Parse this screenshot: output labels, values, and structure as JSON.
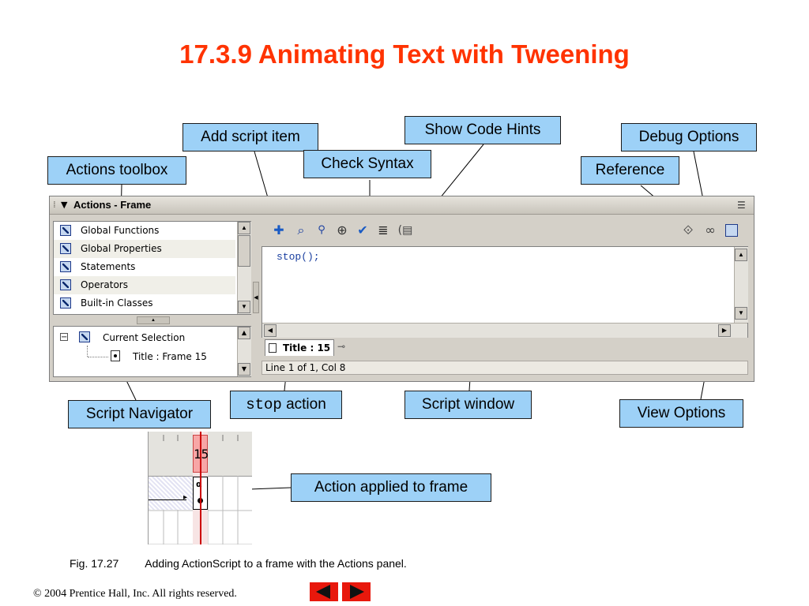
{
  "slide": {
    "title": "17.3.9 Animating Text with Tweening"
  },
  "callouts": {
    "add_script_item": "Add script item",
    "show_code_hints": "Show Code Hints",
    "debug_options": "Debug Options",
    "actions_toolbox": "Actions toolbox",
    "check_syntax": "Check Syntax",
    "reference": "Reference",
    "script_navigator": "Script Navigator",
    "stop_action_code": "stop",
    "stop_action_text": " action",
    "script_window": "Script window",
    "view_options": "View Options",
    "action_applied": "Action applied to frame"
  },
  "panel": {
    "title": "Actions - Frame",
    "toolbox_items": [
      {
        "label": "Global Functions"
      },
      {
        "label": "Global Properties"
      },
      {
        "label": "Statements"
      },
      {
        "label": "Operators"
      },
      {
        "label": "Built-in Classes"
      }
    ],
    "navigator": {
      "current_selection": "Current Selection",
      "frame_item": "Title : Frame 15"
    },
    "script_code": "stop();",
    "tab_label": "Title : 15",
    "status": "Line 1 of 1, Col 8"
  },
  "timeline": {
    "frame_number": "15"
  },
  "footer": {
    "caption_fig": "Fig. 17.27",
    "caption_text": "Adding ActionScript to a frame with the Actions panel.",
    "copyright": "© 2004 Prentice Hall, Inc.  All rights reserved."
  },
  "colors": {
    "title": "#ff3300",
    "callout_fill": "#9dd1f7",
    "nav_button": "#e8180c",
    "frame_highlight": "#f7a6a6"
  },
  "icons": {
    "add_script_item": "plus-icon",
    "find": "magnifier-icon",
    "replace": "find-replace-icon",
    "insert_target_path": "crosshair-icon",
    "check_syntax": "checkmark-icon",
    "auto_format": "format-lines-icon",
    "show_code_hints": "code-hint-icon",
    "reference": "book-icon",
    "debug_options": "debug-icon",
    "view_options": "view-options-icon"
  }
}
